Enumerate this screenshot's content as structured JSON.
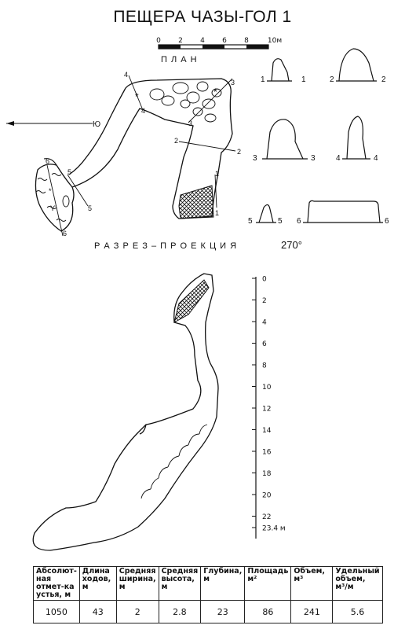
{
  "title": "ПЕЩЕРА ЧАЗЫ-ГОЛ 1",
  "scale_bar": {
    "ticks": [
      "0",
      "2",
      "4",
      "6",
      "8",
      "10м"
    ]
  },
  "plan": {
    "label": "П Л А Н",
    "compass_label": "Ю",
    "section_marks": [
      "1",
      "2",
      "3",
      "4",
      "5",
      "6"
    ]
  },
  "cross_sections": {
    "labels": [
      "1",
      "2",
      "3",
      "4",
      "5",
      "6"
    ]
  },
  "profile": {
    "label": "Р А З Р Е З – П Р О Е К Ц И Я",
    "azimuth": "270°",
    "depth_ticks": [
      "0",
      "2",
      "4",
      "6",
      "8",
      "10",
      "12",
      "14",
      "16",
      "18",
      "20",
      "22",
      "23.4 м"
    ]
  },
  "stats_table": {
    "headers": [
      "Абсолют-ная отмет-ка устья, м",
      "Длина ходов, м",
      "Средняя ширина, м",
      "Средняя высота, м",
      "Глубина, м",
      "Площадь м²",
      "Объем, м³",
      "Удельный объем, м³/м"
    ],
    "values": [
      "1050",
      "43",
      "2",
      "2.8",
      "23",
      "86",
      "241",
      "5.6"
    ]
  }
}
